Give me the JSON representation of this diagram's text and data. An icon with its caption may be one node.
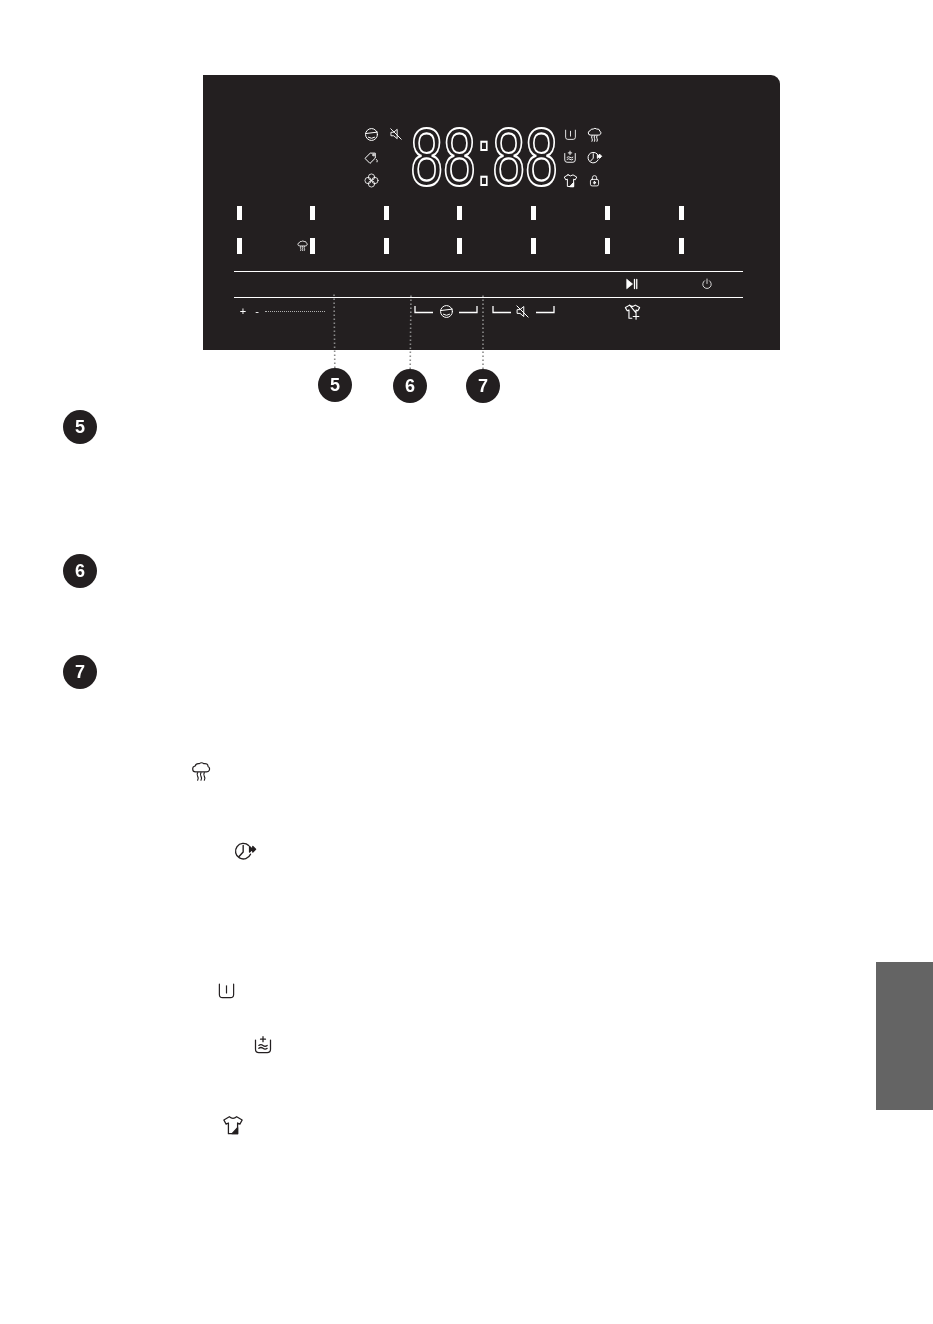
{
  "diagram": {
    "nodes": [
      {
        "text": [
          "5"
        ]
      },
      {
        "text": [
          "6"
        ]
      },
      {
        "text": [
          "7"
        ]
      },
      {
        "text": [
          "5"
        ]
      },
      {
        "text": [
          "6"
        ]
      },
      {
        "text": [
          "7"
        ]
      }
    ],
    "edges": [
      {
        "from": 0,
        "to": null,
        "arrow": "none"
      },
      {
        "from": 1,
        "to": null,
        "arrow": "none"
      },
      {
        "from": 2,
        "to": null,
        "arrow": "none"
      }
    ],
    "labels": [
      "88:88",
      "+",
      "-"
    ]
  }
}
